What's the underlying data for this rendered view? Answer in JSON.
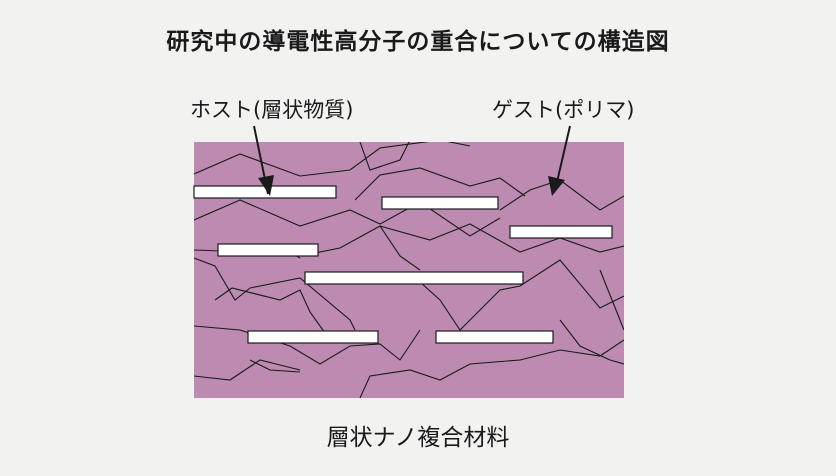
{
  "title": "研究中の導電性高分子の重合についての構造図",
  "labels": {
    "host": "ホスト(層状物質)",
    "guest": "ゲスト(ポリマ)"
  },
  "caption": "層状ナノ複合材料",
  "colors": {
    "matrix": "#bd8bb1",
    "layer_fill": "#ffffff",
    "line": "#1a1a1a",
    "background": "#f2f2f1"
  }
}
